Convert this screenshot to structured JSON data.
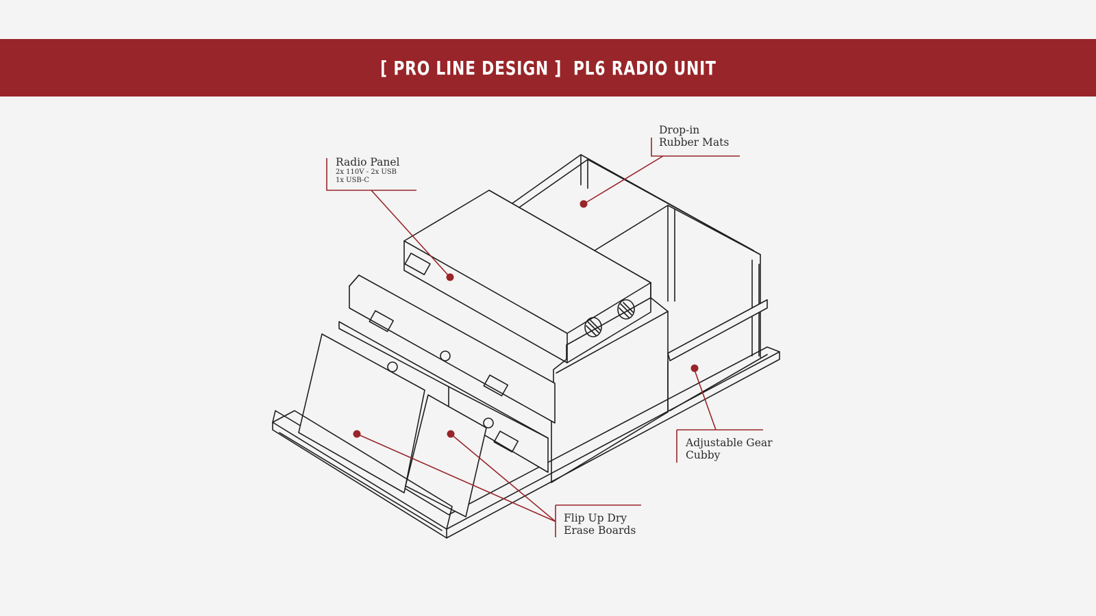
{
  "header": {
    "title": "[ PRO LINE DESIGN ]  PL6 RADIO UNIT"
  },
  "colors": {
    "accent": "#982529",
    "line": "#1e1e1e",
    "background": "#f4f4f4"
  },
  "callouts": {
    "radio_panel": {
      "title": "Radio Panel",
      "detail_1": "2x 110V - 2x USB",
      "detail_2": "1x USB-C"
    },
    "rubber_mats": {
      "line_1": "Drop-in",
      "line_2": "Rubber Mats"
    },
    "gear_cubby": {
      "line_1": "Adjustable Gear",
      "line_2": "Cubby"
    },
    "dry_erase": {
      "line_1": "Flip Up Dry",
      "line_2": "Erase Boards"
    }
  }
}
